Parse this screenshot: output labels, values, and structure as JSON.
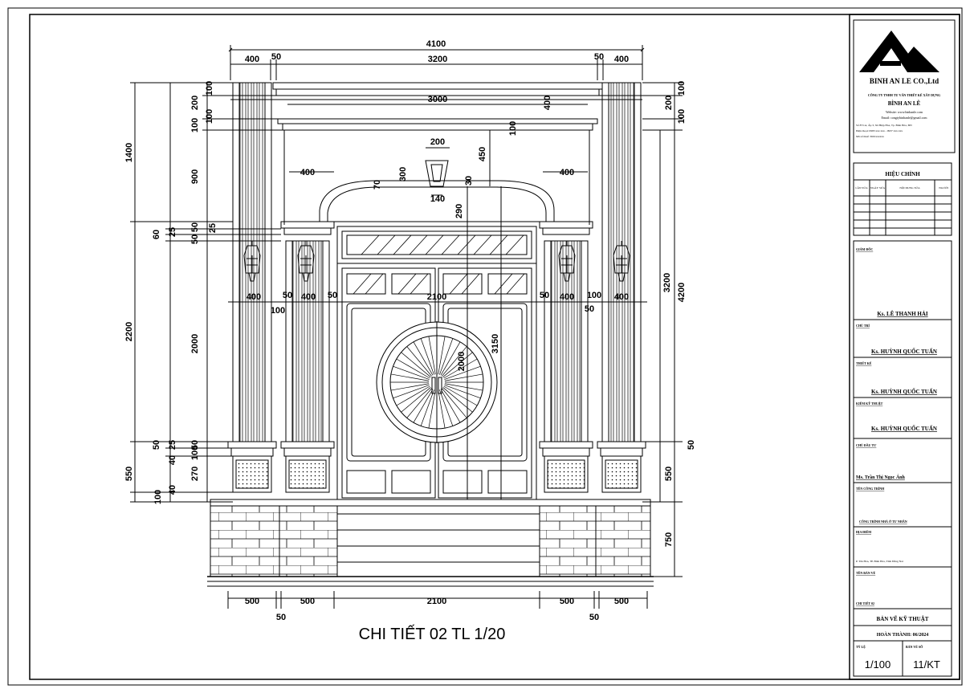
{
  "drawing": {
    "title": "CHI TIẾT 02 TL 1/20",
    "dims": {
      "overall_width": "4100",
      "top_row": [
        "400",
        "50",
        "3200",
        "50",
        "400"
      ],
      "inner_width": "3000",
      "arch_side_left": "400",
      "arch_side_right": "400",
      "lamp_w": "200",
      "lamp_base": "140",
      "v_400": "400",
      "v_450": "450",
      "v_300": "300",
      "v_70": "70",
      "v_30": "30",
      "v_290": "290",
      "left_vert": [
        "1400",
        "2200",
        "550",
        "100"
      ],
      "left_inner": [
        "100",
        "200",
        "100",
        "900",
        "50",
        "25",
        "50",
        "50",
        "25",
        "2000",
        "50",
        "25",
        "40",
        "270",
        "40",
        "100",
        "100"
      ],
      "left_small": [
        "60",
        "60",
        "60"
      ],
      "right_vert": [
        "100",
        "200",
        "100",
        "3200",
        "4200",
        "50",
        "550",
        "750"
      ],
      "mid_row": [
        "400",
        "100",
        "400",
        "50",
        "2100",
        "50",
        "400",
        "100",
        "400",
        "50"
      ],
      "mid_small": [
        "50",
        "50",
        "50"
      ],
      "door_h": "3150",
      "door_inner": "2000",
      "bottom_row": [
        "500",
        "500",
        "2100",
        "500",
        "500"
      ],
      "bottom_small": [
        "50",
        "50"
      ],
      "v_1000": "100"
    }
  },
  "titleblock": {
    "company_name": "BINH AN LE CO.,Ltd",
    "company_line": "CÔNG TY TNHH TƯ VẤN THIẾT KẾ XÂY DỰNG",
    "company_brand": "BÌNH AN LÊ",
    "company_web": "Website: www.binhanle.com",
    "company_email": "Email: congtybinhanle@gmail.com",
    "company_addr": "Số 87/1A, Ấp 3, Xã Hiệp Hòa, Tp. Biên Hòa, ĐN",
    "company_phone": "Điện thoại: 0983 xxx xxx - 0937 xxx xxx",
    "company_tax": "Mã số thuế: 3601xxxxxx",
    "revision_title": "HIỆU CHỈNH",
    "revision_cols": [
      "LẦN SỬA",
      "NGÀY SỬA",
      "NỘI DUNG SỬA",
      "NGƯỜI"
    ],
    "director_label": "GIÁM ĐỐC",
    "director_name": "Ks. LÊ THANH HẢI",
    "chair_label": "CHỦ TRÌ",
    "chair_name": "Ks. HUỲNH QUỐC TUẤN",
    "design_label": "THIẾT KẾ",
    "design_name": "Ks. HUỲNH QUỐC TUẤN",
    "check_label": "KIỂM KỸ THUẬT",
    "check_name": "Ks. HUỲNH QUỐC TUẤN",
    "owner_label": "CHỦ ĐẦU TƯ",
    "owner_name": "Ms. Trần Thị Ngọc Ánh",
    "project_label": "TÊN CÔNG TRÌNH",
    "project_name": "CÔNG TRÌNH NHÀ Ở TƯ NHÂN",
    "location_label": "ĐỊA ĐIỂM",
    "location_value": "P. Tân Hòa, TP. Biên Hòa, Tỉnh Đồng Nai",
    "drawing_label": "TÊN BẢN VẼ",
    "drawing_name": "CHI TIẾT 02",
    "doc_type": "BẢN VẼ KỸ THUẬT",
    "completion": "HOÀN THÀNH: 06/2024",
    "scale_label": "TỶ LỆ",
    "sheet_label": "BẢN VẼ SỐ",
    "scale_value": "1/100",
    "sheet_value": "11/KT"
  }
}
